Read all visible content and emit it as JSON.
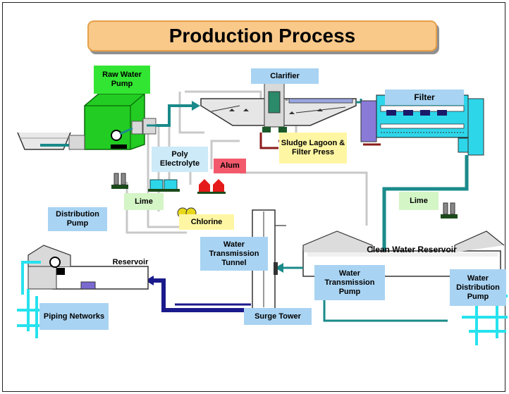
{
  "title": "Production Process",
  "labels": {
    "raw_water_pump": "Raw Water Pump",
    "clarifier": "Clarifier",
    "filter": "Filter",
    "sludge_lagoon": "Sludge Lagoon & Filter Press",
    "poly_electrolyte": "Poly Electrolyte",
    "alum": "Alum",
    "lime_left": "Lime",
    "lime_right": "Lime",
    "distribution_pump_left": "Distribution Pump",
    "chlorine": "Chlorine",
    "reservoir": "Reservoir",
    "water_transmission_tunnel": "Water Transmission Tunnel",
    "clean_water_reservoir": "Clean Water Reservoir",
    "water_transmission_pump": "Water Transmission Pump",
    "water_distribution_pump": "Water Distribution Pump",
    "surge_tower": "Surge Tower",
    "piping_networks": "Piping Networks"
  },
  "colors": {
    "title_bg": "#f9c98a",
    "label_blue": "#a9d3f2",
    "label_yellow": "#fff6a3",
    "label_green": "#33e533",
    "label_pink": "#f25a6c",
    "pipe_teal": "#1a8a8a",
    "pipe_cyan": "#26e2ee",
    "pipe_navy": "#1a1a8c",
    "pipe_red": "#8b1a1a",
    "pipe_gray": "#c8c8c8"
  }
}
